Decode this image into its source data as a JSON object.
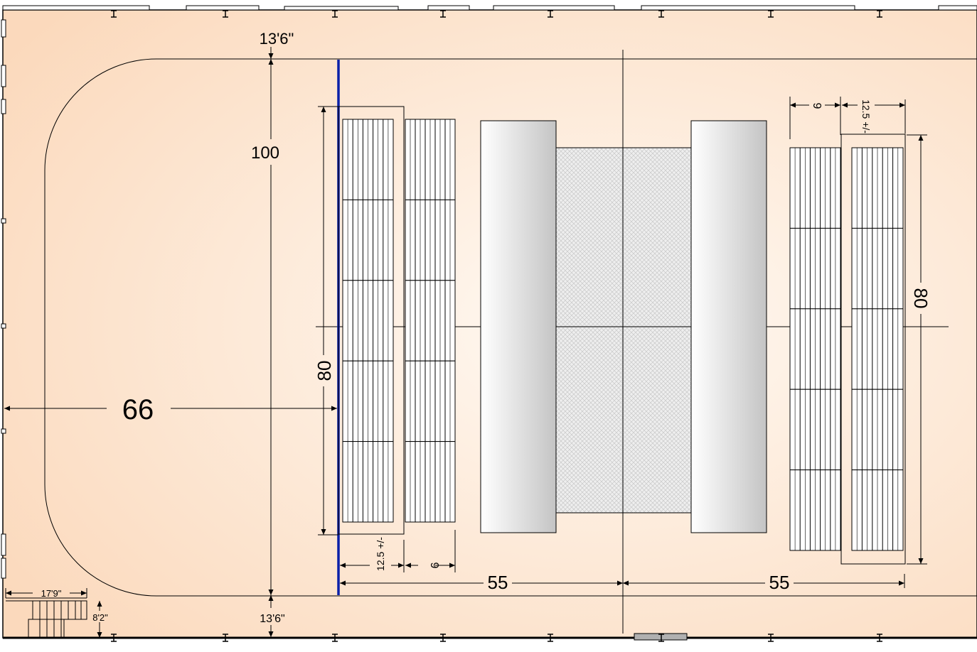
{
  "colors": {
    "floor_center": "#fffaf4",
    "floor_edge": "#fbd9bc",
    "line": "#000000",
    "blue_line": "#0a1fa8",
    "stage_light": "#ffffff",
    "stage_dark": "#c8c8c8",
    "court_hatch": "#d9d9d9"
  },
  "dimensions": {
    "top_gap": "13'6\"",
    "bottom_gap": "13'6\"",
    "arena_width": "100",
    "end_distance": "66",
    "left_bleacher_length": "80",
    "right_bleacher_length": "80",
    "left_bleacher_depth": "12.5 +/-",
    "left_riser_depth": "9",
    "right_riser_depth": "9",
    "right_bleacher_depth": "12.5 +/-",
    "half_length_left": "55",
    "half_length_right": "55",
    "stair_width": "17'9\"",
    "stair_depth": "8'2\""
  }
}
